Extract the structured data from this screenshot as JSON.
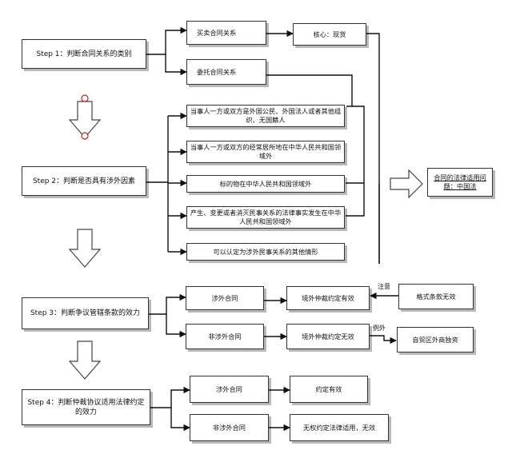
{
  "step1": {
    "title": "Step 1：判断合同关系的类别",
    "buy_sell": "买卖合同关系",
    "core": "核心：现货",
    "entrust": "委托合同关系"
  },
  "step2": {
    "title": "Step 2：判断是否具有涉外因素",
    "factors": [
      "当事人一方或双方是外国公民、外国法人或者其他组织、无国籍人",
      "当事人一方或双方的经常居所地在中华人民共和国领域外",
      "标的物在中华人民共和国领域外",
      "产生、变更或者消灭民事关系的法律事实发生在中华人民共和国领域外",
      "可以认定为涉外民事关系的其他情形"
    ],
    "result": "合同的法律适用问题：中国法"
  },
  "step3": {
    "title": "Step 3：判断争议管辖条款的效力",
    "foreign": "涉外合同",
    "non_foreign": "非涉外合同",
    "valid": "境外仲裁约定有效",
    "invalid": "境外仲裁约定无效",
    "note_label": "注意",
    "format_clause": "格式条款无效",
    "exception_label": "例外",
    "ftz": "自贸区外商独资"
  },
  "step4": {
    "title": "Step 4：判断仲裁协议适用法律约定的效力",
    "foreign": "涉外合同",
    "non_foreign": "非涉外合同",
    "valid": "约定有效",
    "invalid": "无权约定法律适用，无效"
  },
  "colors": {
    "border": "#333333",
    "shadow": "#b8b8b8",
    "accent_circle": "#c0202a"
  }
}
